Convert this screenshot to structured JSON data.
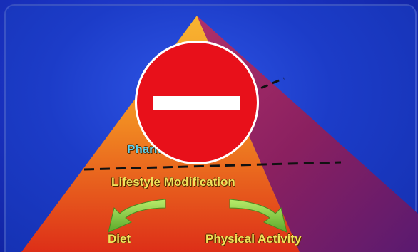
{
  "pyramid": {
    "top_label": "Pharmacotherapy",
    "middle_label": "Lifestyle Modification",
    "bottom_left_label": "Diet",
    "bottom_right_label": "Physical Activity"
  },
  "icons": {
    "overlay": "no-entry-icon",
    "arrows": "curved-arrow-icon"
  },
  "colors": {
    "background": "#1a33c2",
    "pyramid_top": "#f7a52a",
    "pyramid_bottom": "#e0321a",
    "pyramid_side": "#7a1f5a",
    "no_entry": "#e8101a",
    "arrow_green": "#8ed44a"
  }
}
